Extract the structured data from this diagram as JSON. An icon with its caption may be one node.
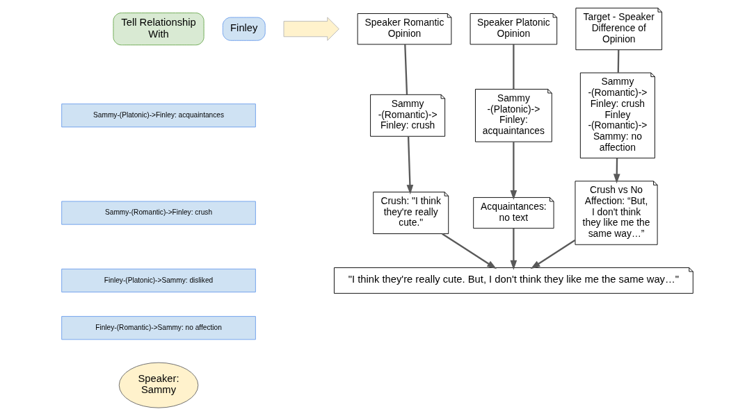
{
  "diagram": {
    "nodes": [
      {
        "text": [
          "Tell Relationship With"
        ]
      },
      {
        "text": [
          "Finley"
        ]
      },
      {
        "text": [],
        "shape": "arrow"
      },
      {
        "text": [
          "Sammy-(Platonic)->Finley: acquaintances"
        ]
      },
      {
        "text": [
          "Sammy-(Romantic)->Finley: crush"
        ]
      },
      {
        "text": [
          "Finley-(Platonic)->Sammy: disliked"
        ]
      },
      {
        "text": [
          "Finley-(Romantic)->Sammy: no affection"
        ]
      },
      {
        "text": [
          "Speaker: Sammy"
        ]
      },
      {
        "text": [
          "Speaker Romantic Opinion"
        ]
      },
      {
        "text": [
          "Speaker Platonic Opinion"
        ]
      },
      {
        "text": [
          "Target - Speaker Difference of Opinion"
        ]
      },
      {
        "text": [
          "Sammy -(Romantic)-> Finley: crush"
        ]
      },
      {
        "text": [
          "Sammy -(Platonic)-> Finley: acquaintances"
        ]
      },
      {
        "text": [
          "Sammy -(Romantic)-> Finley: crush Finley -(Romantic)-> Sammy: no affection"
        ]
      },
      {
        "text": [
          "Crush: \"I think they're really cute.\""
        ]
      },
      {
        "text": [
          "Acquaintances: no text"
        ]
      },
      {
        "text": [
          "Crush vs No Affection: “But, I don't think they like me the same way…”"
        ]
      },
      {
        "text": [
          "\"I think they're really cute. But, I don't think they like me the same way…\""
        ]
      }
    ],
    "edges": [
      {
        "from": 8,
        "to": 11,
        "arrow": "none"
      },
      {
        "from": 11,
        "to": 14,
        "arrow": "to"
      },
      {
        "from": 9,
        "to": 12,
        "arrow": "none"
      },
      {
        "from": 12,
        "to": 15,
        "arrow": "to"
      },
      {
        "from": 10,
        "to": 13,
        "arrow": "none"
      },
      {
        "from": 13,
        "to": 16,
        "arrow": "to"
      },
      {
        "from": 14,
        "to": 17,
        "arrow": "to"
      },
      {
        "from": 15,
        "to": 17,
        "arrow": "to"
      },
      {
        "from": 16,
        "to": 17,
        "arrow": "to"
      }
    ]
  }
}
